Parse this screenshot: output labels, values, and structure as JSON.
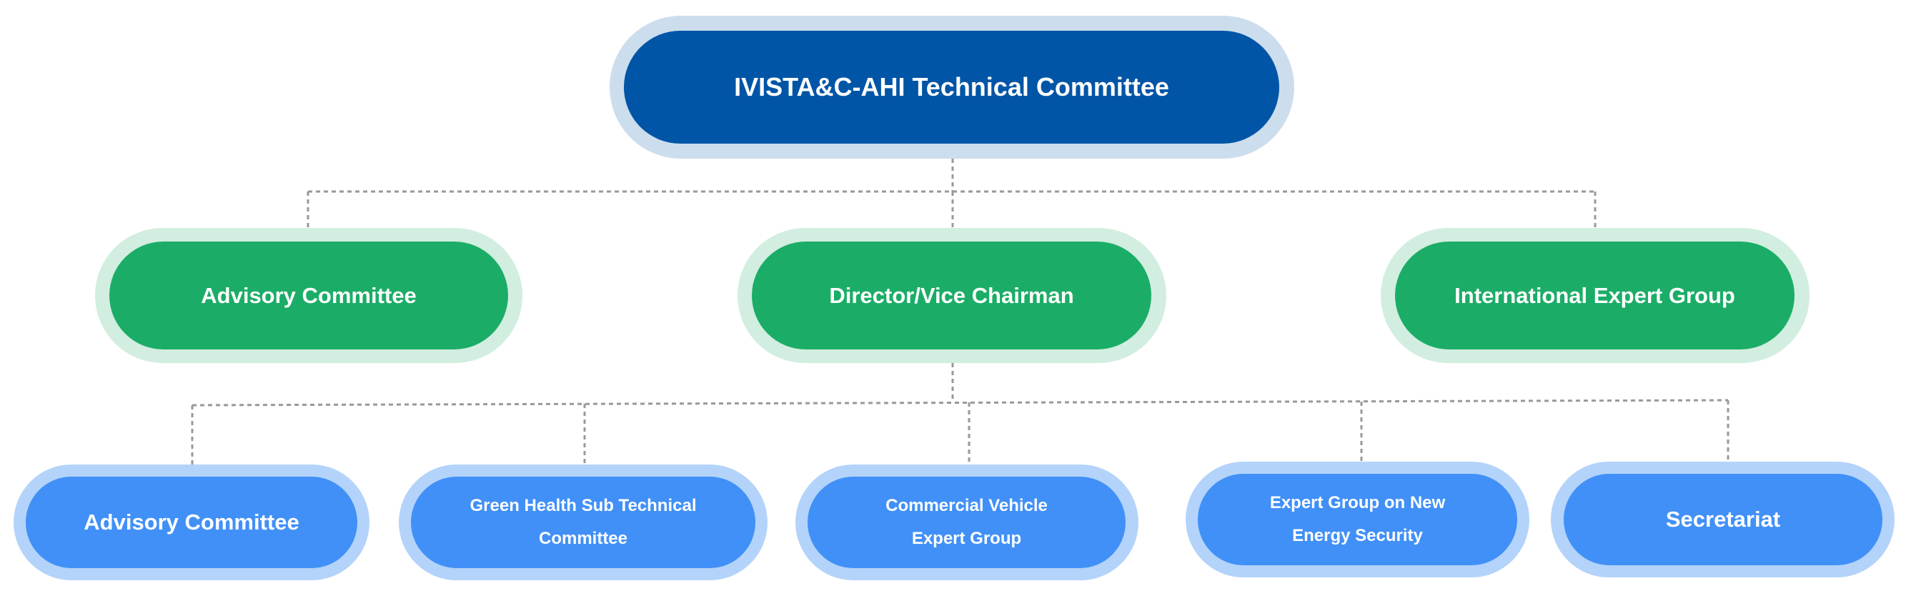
{
  "colors": {
    "top": "#0055A6",
    "top_halo": "#CCDDEE",
    "level2": "#1BAD67",
    "level2_halo": "#D2EEE0",
    "level3": "#4190F7",
    "level3_halo": "#B3D3FA",
    "connector": "#999999"
  },
  "root": {
    "label": "IVISTA&C-AHI Technical Committee"
  },
  "level2": [
    {
      "label": "Advisory Committee"
    },
    {
      "label": "Director/Vice Chairman"
    },
    {
      "label": "International Expert Group"
    }
  ],
  "level3": [
    {
      "label": "Advisory Committee"
    },
    {
      "label": "Green Health Sub Technical Committee"
    },
    {
      "label": "Commercial Vehicle Expert Group"
    },
    {
      "label": "Expert Group on New Energy Security"
    },
    {
      "label": "Secretariat"
    }
  ]
}
